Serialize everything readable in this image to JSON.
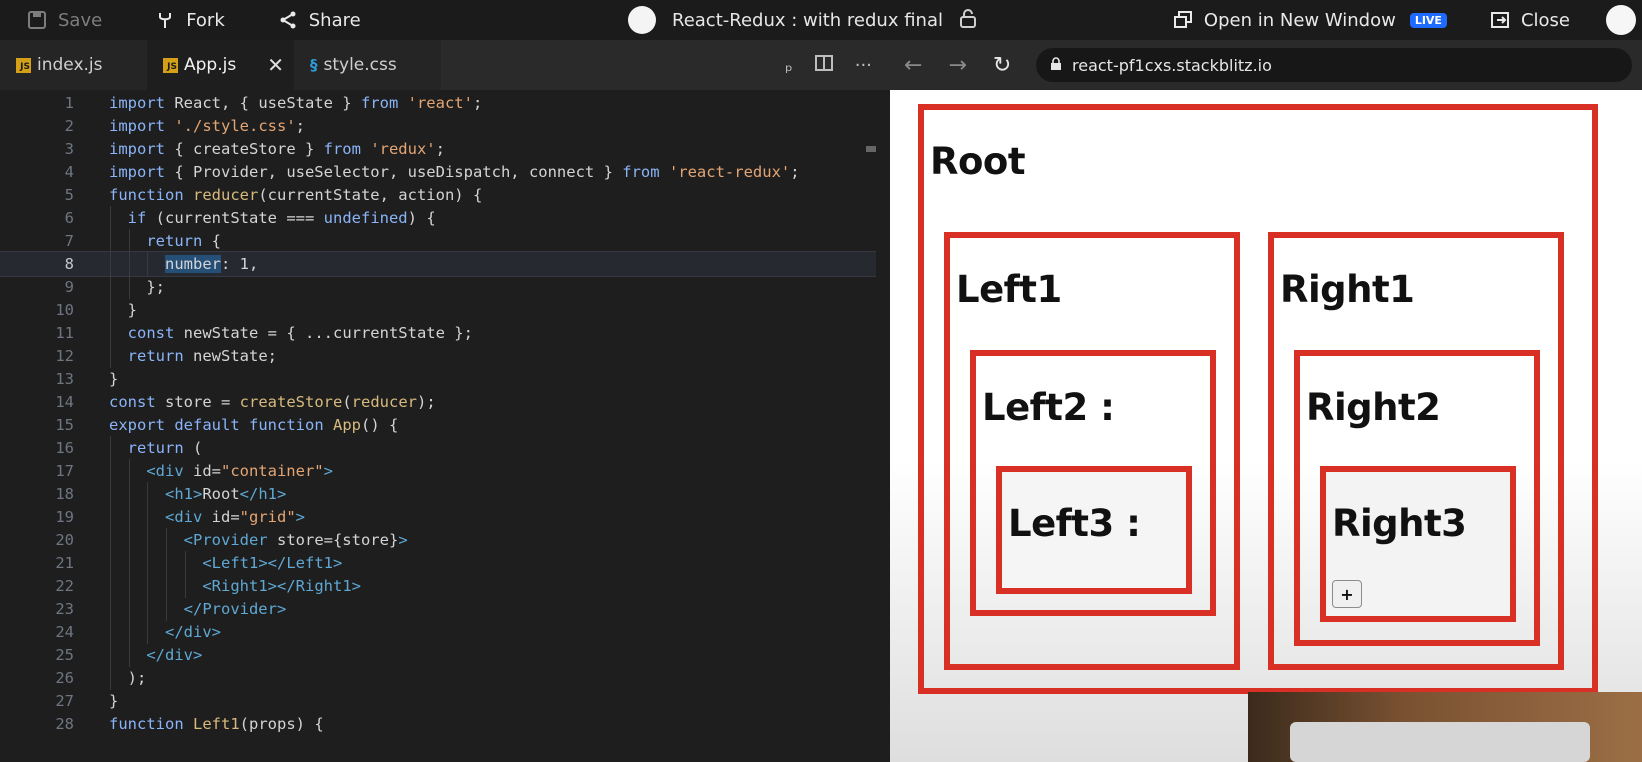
{
  "topbar": {
    "save": "Save",
    "fork": "Fork",
    "share": "Share",
    "project_title": "React-Redux : with redux final",
    "open_new_window": "Open in New Window",
    "live_badge": "LIVE",
    "close": "Close"
  },
  "tabs": [
    {
      "label": "index.js",
      "type": "js"
    },
    {
      "label": "App.js",
      "type": "js",
      "active": true
    },
    {
      "label": "style.css",
      "type": "css"
    }
  ],
  "preview_bar": {
    "url": "react-pf1cxs.stackblitz.io"
  },
  "editor": {
    "current_line": 8,
    "line_numbers": [
      "1",
      "2",
      "3",
      "4",
      "5",
      "6",
      "7",
      "8",
      "9",
      "10",
      "11",
      "12",
      "13",
      "14",
      "15",
      "16",
      "17",
      "18",
      "19",
      "20",
      "21",
      "22",
      "23",
      "24",
      "25",
      "26",
      "27",
      "28"
    ],
    "lines": [
      "import React, { useState } from 'react';",
      "import './style.css';",
      "import { createStore } from 'redux';",
      "import { Provider, useSelector, useDispatch, connect } from 'react-redux';",
      "function reducer(currentState, action) {",
      "  if (currentState === undefined) {",
      "    return {",
      "      number: 1,",
      "    };",
      "  }",
      "  const newState = { ...currentState };",
      "  return newState;",
      "}",
      "const store = createStore(reducer);",
      "export default function App() {",
      "  return (",
      "    <div id=\"container\">",
      "      <h1>Root</h1>",
      "      <div id=\"grid\">",
      "        <Provider store={store}>",
      "          <Left1></Left1>",
      "          <Right1></Right1>",
      "        </Provider>",
      "      </div>",
      "    </div>",
      "  );",
      "}",
      "function Left1(props) {"
    ]
  },
  "preview": {
    "root_heading": "Root",
    "left1_heading": "Left1",
    "left2_heading": "Left2 :",
    "left3_heading": "Left3 :",
    "right1_heading": "Right1",
    "right2_heading": "Right2",
    "right3_heading": "Right3",
    "plus_button": "+"
  },
  "colors": {
    "box_border": "#d93025",
    "live_badge": "#1f6bff"
  }
}
